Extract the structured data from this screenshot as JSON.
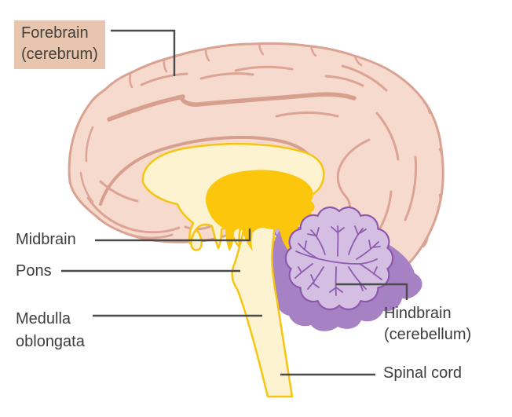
{
  "diagram": {
    "labels": {
      "forebrain": {
        "line1": "Forebrain",
        "line2": "(cerebrum)"
      },
      "midbrain": "Midbrain",
      "pons": "Pons",
      "medulla": {
        "line1": "Medulla",
        "line2": "oblongata"
      },
      "hindbrain": {
        "line1": "Hindbrain",
        "line2": "(cerebellum)"
      },
      "spinal_cord": "Spinal cord"
    },
    "colors": {
      "background": "#ffffff",
      "cerebrum_fill": "#f6dacd",
      "cerebrum_outline": "#d9a292",
      "sulcus": "#dba495",
      "sulcus_strong": "#d79f8e",
      "inner_cream": "#fdf3d1",
      "gold": "#fcc60d",
      "gold_stroke": "#f6c511",
      "cerebellum_fill": "#d4bee2",
      "cerebellum_outline": "#8d57ae",
      "cerebellum_vein": "#8f5bb0",
      "cerebellum_shadow": "#a681c3",
      "peduncle_fill": "#cbaedd",
      "peduncle_stroke": "#9b6cba",
      "leader_line": "#4a4a4a",
      "label_text": "#3d3d3d",
      "forebrain_highlight": "#e8c5ae",
      "forebrain_text": "#44403b"
    }
  }
}
